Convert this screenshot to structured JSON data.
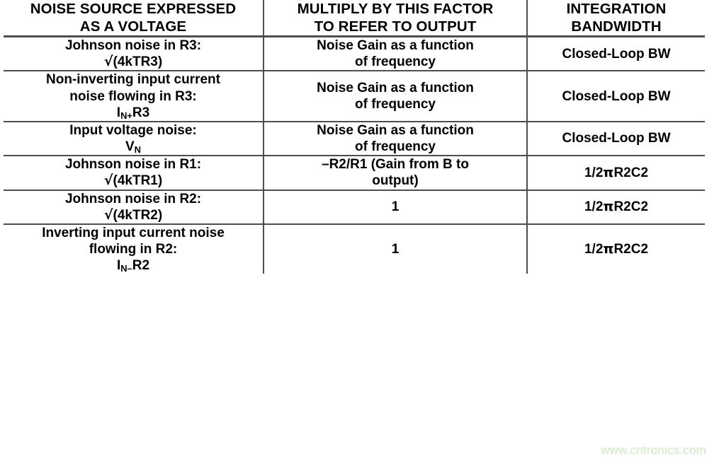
{
  "table": {
    "columns": [
      {
        "id": "noise_source",
        "header_lines": [
          "NOISE SOURCE EXPRESSED",
          "AS A VOLTAGE"
        ]
      },
      {
        "id": "factor",
        "header_lines": [
          "MULTIPLY BY THIS FACTOR",
          "TO REFER TO OUTPUT"
        ]
      },
      {
        "id": "bandwidth",
        "header_lines": [
          "INTEGRATION",
          "BANDWIDTH"
        ]
      }
    ],
    "rows": [
      {
        "noise_source": [
          "Johnson noise in R3:",
          "√(4kTR3)"
        ],
        "factor": [
          "Noise Gain as a function",
          "of frequency"
        ],
        "bandwidth": [
          "Closed-Loop BW"
        ]
      },
      {
        "noise_source": [
          "Non-inverting input current",
          "noise flowing in R3:",
          "I|N+|R3"
        ],
        "factor": [
          "Noise Gain as a function",
          "of frequency"
        ],
        "bandwidth": [
          "Closed-Loop BW"
        ]
      },
      {
        "noise_source": [
          "Input voltage noise:",
          "V|N|"
        ],
        "factor": [
          "Noise Gain as a function",
          "of frequency"
        ],
        "bandwidth": [
          "Closed-Loop BW"
        ]
      },
      {
        "noise_source": [
          "Johnson noise in R1:",
          "√(4kTR1)"
        ],
        "factor": [
          "–R2/R1 (Gain from B to",
          "output)"
        ],
        "bandwidth": [
          "1/2πR2C2"
        ]
      },
      {
        "noise_source": [
          "Johnson noise in R2:",
          "√(4kTR2)"
        ],
        "factor": [
          "1"
        ],
        "bandwidth": [
          "1/2πR2C2"
        ]
      },
      {
        "noise_source": [
          "Inverting input current noise",
          "flowing in R2:",
          "I|N–|R2"
        ],
        "factor": [
          "1"
        ],
        "bandwidth": [
          "1/2πR2C2"
        ]
      }
    ]
  },
  "watermark": {
    "text": "www.cntronics.com",
    "color": "#cde8c0"
  },
  "style": {
    "rule_color": "#4d4d4d",
    "text_color": "#000000",
    "background": "#ffffff"
  }
}
